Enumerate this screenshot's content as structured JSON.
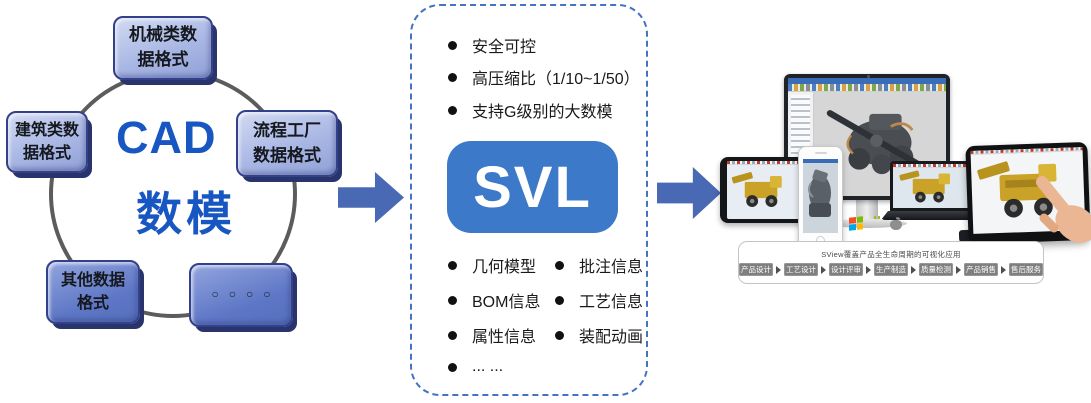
{
  "colors": {
    "title_blue": "#1857c2",
    "arrow_blue": "#4a69b5",
    "svl_button_blue": "#3c79c9",
    "dashed_border_blue": "#4472c4",
    "node_fill_light": "#a9b7e4",
    "node_fill_dark": "#5d76c5",
    "stage_gray": "#7f7f7f"
  },
  "cad_section": {
    "title_line1": "CAD",
    "title_line2": "数模",
    "nodes": {
      "mechanical": {
        "line1": "机械类数",
        "line2": "据格式"
      },
      "architecture": {
        "line1": "建筑类数",
        "line2": "据格式"
      },
      "process_plant": {
        "line1": "流程工厂",
        "line2": "数据格式"
      },
      "other": {
        "line1": "其他数据",
        "line2": "格式"
      },
      "more_dots": {
        "dots": "○○○○"
      }
    }
  },
  "svl_section": {
    "top_features": [
      "安全可控",
      "高压缩比（1/10~1/50）",
      "支持G级别的大数模"
    ],
    "svl_label": "SVL",
    "content_features_left": [
      "几何模型",
      "BOM信息",
      "属性信息"
    ],
    "content_features_right": [
      "批注信息",
      "工艺信息",
      "装配动画"
    ],
    "more": "... ..."
  },
  "devices_section": {
    "os_icons": [
      "windows-icon",
      "android-icon",
      "apple-icon"
    ],
    "lifecycle": {
      "title": "SView覆盖产品全生命周期的可视化应用",
      "stages": [
        "产品设计",
        "工艺设计",
        "设计评审",
        "生产制造",
        "质量检测",
        "产品销售",
        "售后服务"
      ]
    }
  }
}
